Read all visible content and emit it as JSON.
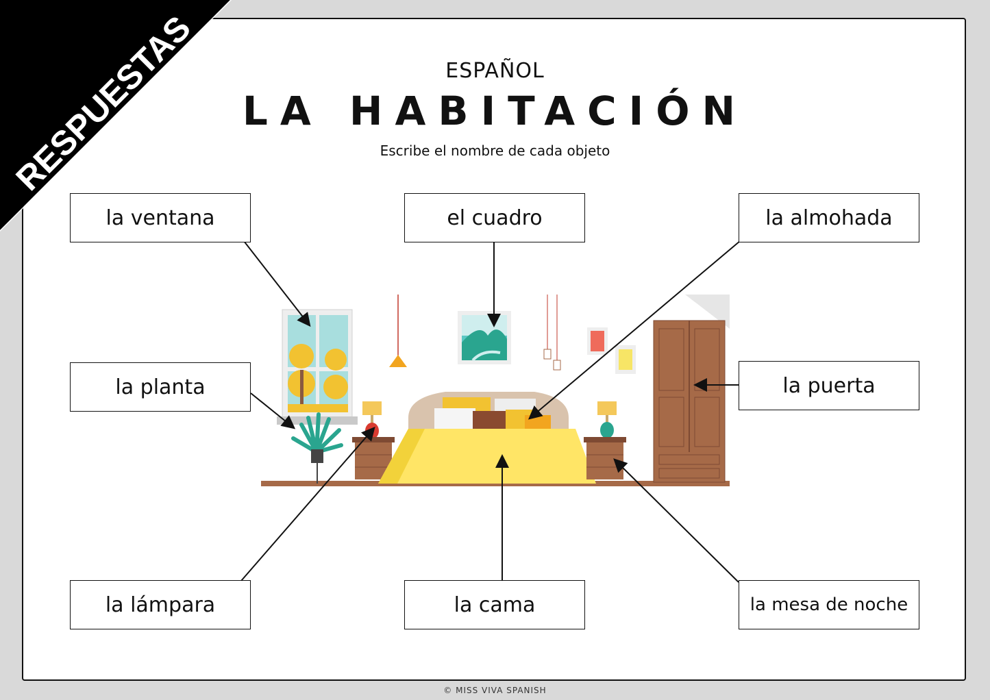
{
  "header": {
    "subtitle": "ESPAÑOL",
    "title": "LA HABITACIÓN",
    "instructions": "Escribe el nombre de cada objeto"
  },
  "banner": {
    "text": "RESPUESTAS",
    "color": "#000000"
  },
  "labels": {
    "ventana": "la ventana",
    "cuadro": "el cuadro",
    "almohada": "la almohada",
    "planta": "la planta",
    "puerta": "la puerta",
    "lampara": "la lámpara",
    "cama": "la cama",
    "mesa": "la mesa de noche"
  },
  "footer": "© MISS VIVA SPANISH",
  "colors": {
    "bed_yellow": "#ffe566",
    "wood": "#a66a48",
    "sky": "#a8dede",
    "tree": "#f2c231"
  }
}
